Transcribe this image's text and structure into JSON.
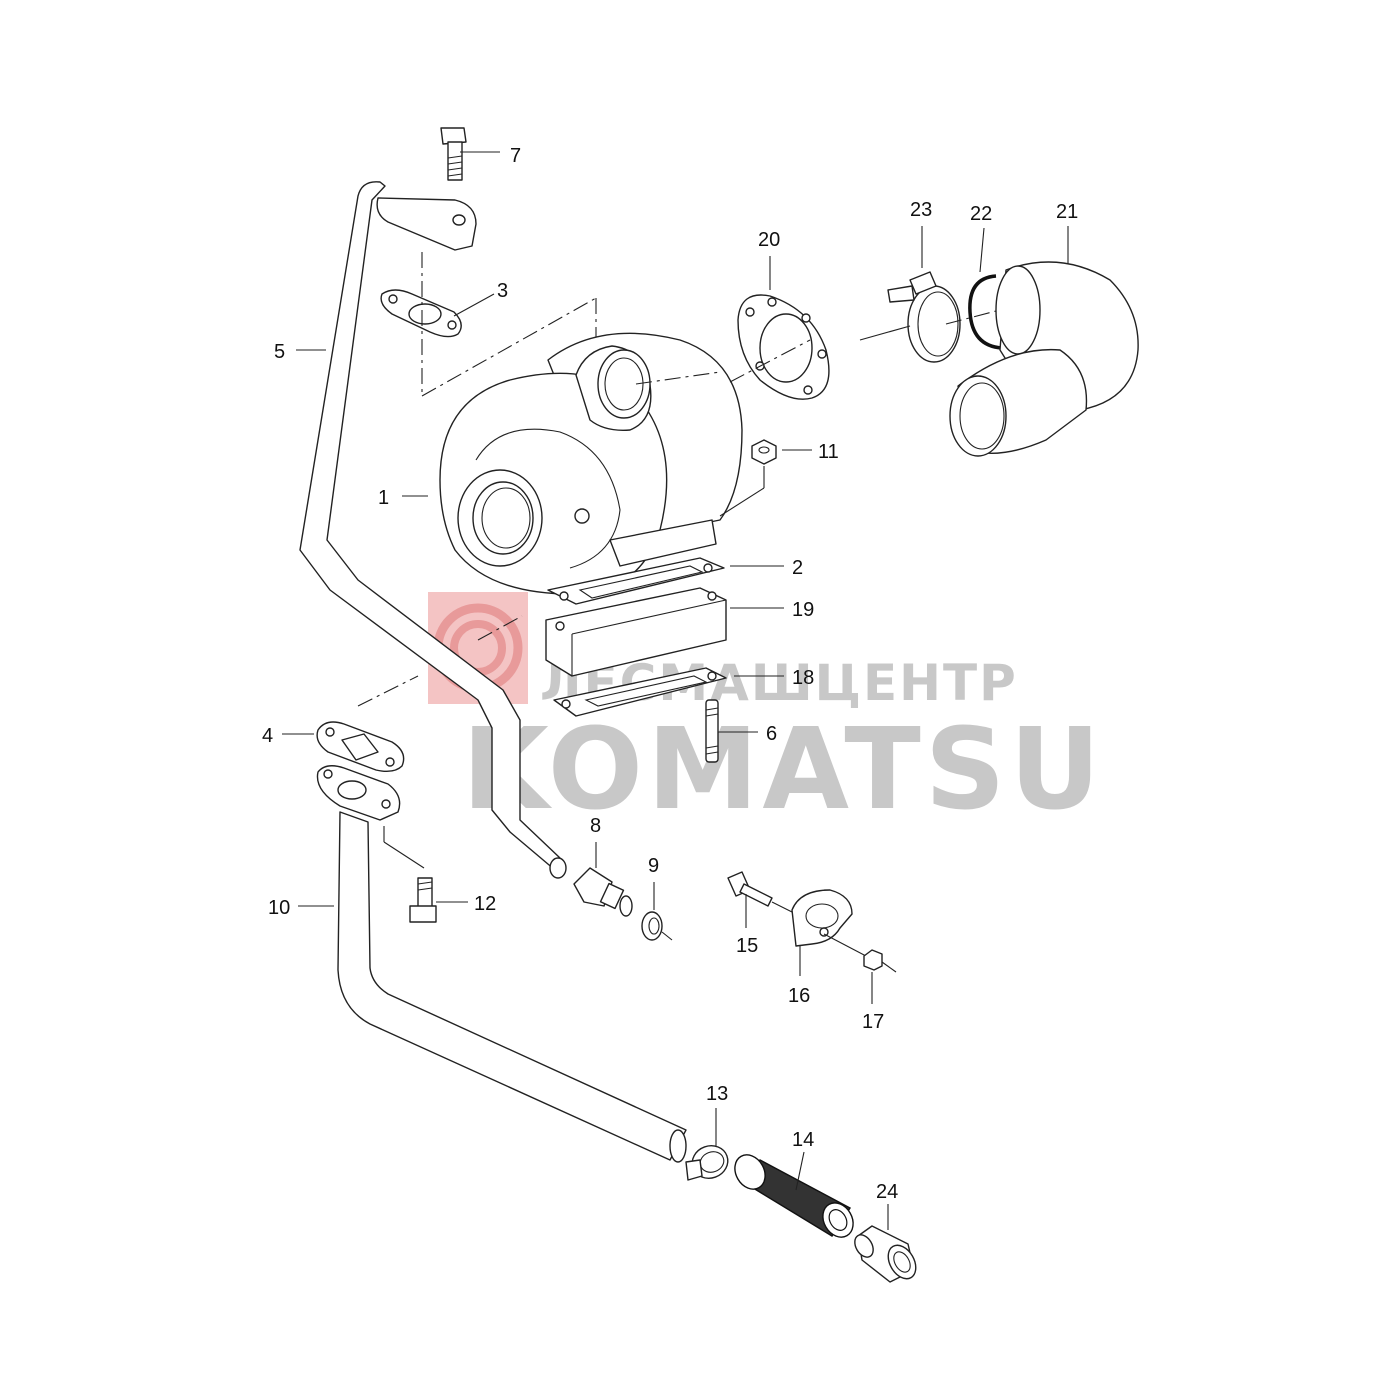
{
  "diagram": {
    "callouts": [
      "1",
      "2",
      "3",
      "4",
      "5",
      "6",
      "7",
      "8",
      "9",
      "10",
      "11",
      "12",
      "13",
      "14",
      "15",
      "16",
      "17",
      "18",
      "19",
      "20",
      "21",
      "22",
      "23",
      "24"
    ]
  },
  "watermark": {
    "line1": "ЛЕСМАШЦЕНТР",
    "line2": "KOMATSU",
    "logo_color": "#f2bcbc",
    "text_color": "#c8c8c8"
  }
}
